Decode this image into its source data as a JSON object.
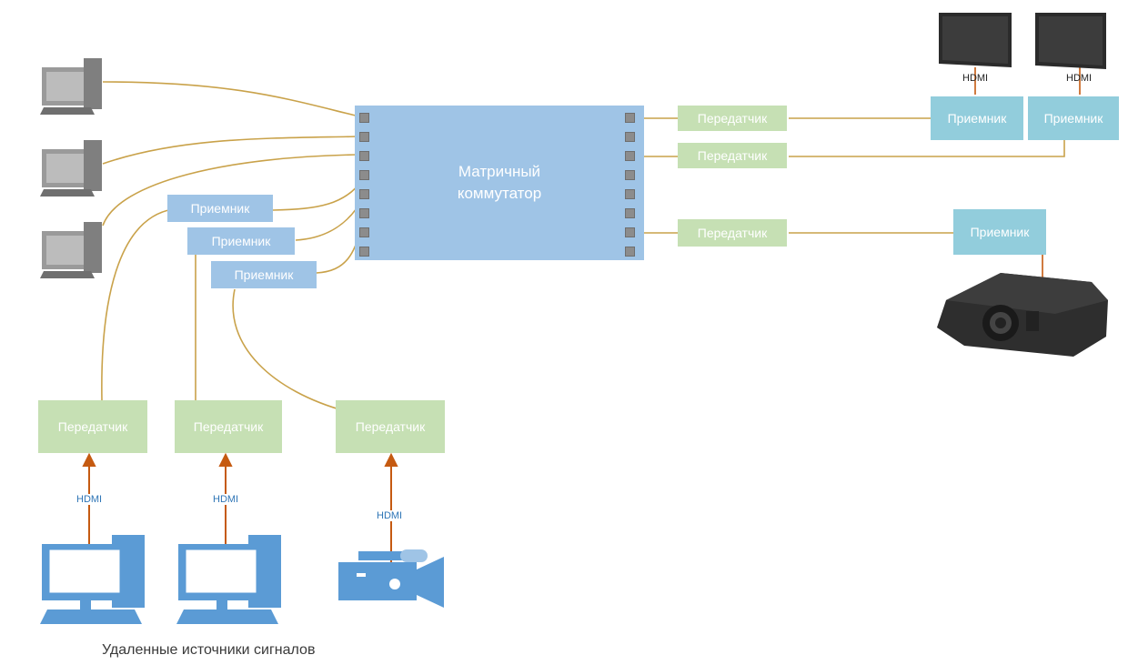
{
  "matrix": {
    "line1": "Матричный",
    "line2": "коммутатор"
  },
  "receivers_left": [
    "Приемник",
    "Приемник",
    "Приемник"
  ],
  "transmitters_right": [
    "Передатчик",
    "Передатчик",
    "Передатчик"
  ],
  "receivers_right": [
    "Приемник",
    "Приемник",
    "Приемник"
  ],
  "transmitters_bottom": [
    "Передатчик",
    "Передатчик",
    "Передатчик"
  ],
  "hdmi": {
    "display1": "HDMI",
    "display2": "HDMI",
    "src1": "HDMI",
    "src2": "HDMI",
    "src3": "HDMI"
  },
  "caption": "Удаленные источники сигналов",
  "colors": {
    "matrix": "#9fc4e6",
    "receiver": "#9fc4e6",
    "receiver_right": "#92cddc",
    "transmitter": "#c6e0b4",
    "cable": "#c9a24a",
    "hdmi_arrow": "#c55a11",
    "source_icon": "#5b9bd5"
  },
  "icons": [
    "desktop-computer-icon",
    "monitor-icon",
    "projector-icon",
    "video-camera-icon"
  ]
}
